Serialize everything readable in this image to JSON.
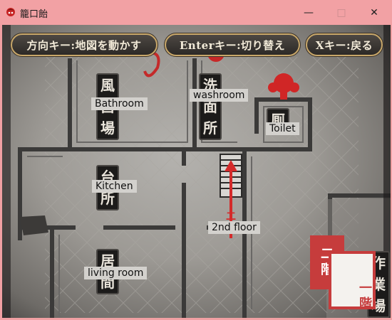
{
  "window": {
    "title": "籠口飴",
    "minimize": "—",
    "maximize": "□",
    "close": "✕"
  },
  "hints": {
    "move": "方向キー:地図を動かす",
    "switch": "Enterキー:切り替え",
    "back": "Xキー:戻る"
  },
  "plaques": {
    "bathroom": [
      "風",
      "呂",
      "場"
    ],
    "washroom": [
      "洗",
      "面",
      "所"
    ],
    "toilet": [
      "厠"
    ],
    "kitchen": [
      "台",
      "所"
    ],
    "living": [
      "居",
      "間"
    ],
    "workshop": [
      "作",
      "業",
      "場"
    ]
  },
  "labels": {
    "bathroom": "Bathroom",
    "washroom": "washroom",
    "toilet": "Toilet",
    "kitchen": "Kitchen",
    "living": "living room",
    "second_floor": "2nd floor"
  },
  "floor_tabs": {
    "upper": "二階",
    "lower": "一階"
  },
  "stair_marker": "二階",
  "colors": {
    "titlebar": "#f2a1a4",
    "accent_red": "#d42a2a",
    "wall": "#3b3a39"
  }
}
